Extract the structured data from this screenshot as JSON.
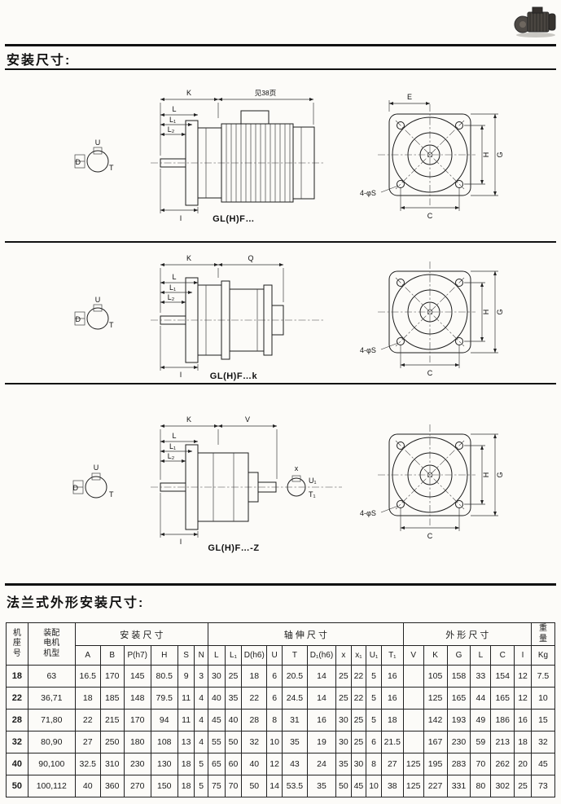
{
  "page": {
    "title_install": "安装尺寸:",
    "title_flange": "法兰式外形安装尺寸:"
  },
  "colors": {
    "paper": "#fcfbf8",
    "ink": "#1a1a1a"
  },
  "icons": {
    "photo": "gear-motor-photo"
  },
  "diagrams": [
    {
      "caption": "GL(H)F…",
      "dims": {
        "top_left": "K",
        "top_right": "见38页",
        "l": "L",
        "l1": "L₁",
        "l2": "L₂",
        "bottom": "I"
      },
      "key_detail": {
        "u": "U",
        "d": "D",
        "t": "T"
      },
      "flange": {
        "e": "E",
        "h": "H",
        "g": "G",
        "c": "C",
        "holes": "4-φS"
      }
    },
    {
      "caption": "GL(H)F…k",
      "dims": {
        "top_left": "K",
        "top_right": "Q",
        "l": "L",
        "l1": "L₁",
        "l2": "L₂",
        "bottom": "I"
      },
      "key_detail": {
        "u": "U",
        "d": "D",
        "t": "T"
      },
      "flange": {
        "h": "H",
        "g": "G",
        "c": "C",
        "holes": "4-φS"
      }
    },
    {
      "caption": "GL(H)F…-Z",
      "dims": {
        "top_left": "K",
        "top_right": "V",
        "l": "L",
        "l1": "L₁",
        "l2": "L₂",
        "bottom": "I"
      },
      "key_detail": {
        "u": "U",
        "d": "D",
        "t": "T"
      },
      "key_detail2": {
        "x": "x",
        "u1": "U₁",
        "t1": "T₁"
      },
      "flange": {
        "h": "H",
        "g": "G",
        "c": "C",
        "holes": "4-φS"
      }
    }
  ],
  "table": {
    "group_headers": {
      "frame": "机座号",
      "motor": "装配电机机型",
      "install": "安 装 尺 寸",
      "shaft": "轴 伸 尺 寸",
      "outline": "外 形 尺 寸",
      "weight": "重量"
    },
    "columns": [
      "A",
      "B",
      "P(h7)",
      "H",
      "S",
      "N",
      "L",
      "L₁",
      "D(h6)",
      "U",
      "T",
      "D₁(h6)",
      "x",
      "x₁",
      "U₁",
      "T₁",
      "V",
      "K",
      "G",
      "L",
      "C",
      "I",
      "Kg"
    ],
    "rows": [
      [
        "18",
        "63",
        "16.5",
        "170",
        "145",
        "80.5",
        "9",
        "3",
        "30",
        "25",
        "18",
        "6",
        "20.5",
        "14",
        "25",
        "22",
        "5",
        "16",
        "",
        "105",
        "158",
        "33",
        "154",
        "12",
        "7.5"
      ],
      [
        "22",
        "36,71",
        "18",
        "185",
        "148",
        "79.5",
        "11",
        "4",
        "40",
        "35",
        "22",
        "6",
        "24.5",
        "14",
        "25",
        "22",
        "5",
        "16",
        "",
        "125",
        "165",
        "44",
        "165",
        "12",
        "10"
      ],
      [
        "28",
        "71,80",
        "22",
        "215",
        "170",
        "94",
        "11",
        "4",
        "45",
        "40",
        "28",
        "8",
        "31",
        "16",
        "30",
        "25",
        "5",
        "18",
        "",
        "142",
        "193",
        "49",
        "186",
        "16",
        "15"
      ],
      [
        "32",
        "80,90",
        "27",
        "250",
        "180",
        "108",
        "13",
        "4",
        "55",
        "50",
        "32",
        "10",
        "35",
        "19",
        "30",
        "25",
        "6",
        "21.5",
        "",
        "167",
        "230",
        "59",
        "213",
        "18",
        "32"
      ],
      [
        "40",
        "90,100",
        "32.5",
        "310",
        "230",
        "130",
        "18",
        "5",
        "65",
        "60",
        "40",
        "12",
        "43",
        "24",
        "35",
        "30",
        "8",
        "27",
        "125",
        "195",
        "283",
        "70",
        "262",
        "20",
        "45"
      ],
      [
        "50",
        "100,112",
        "40",
        "360",
        "270",
        "150",
        "18",
        "5",
        "75",
        "70",
        "50",
        "14",
        "53.5",
        "35",
        "50",
        "45",
        "10",
        "38",
        "125",
        "227",
        "331",
        "80",
        "302",
        "25",
        "73"
      ]
    ]
  }
}
